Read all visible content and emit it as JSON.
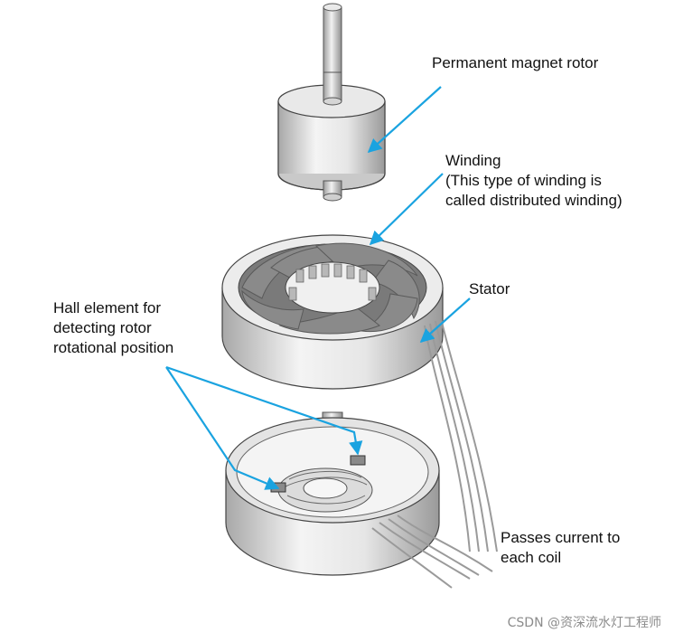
{
  "labels": {
    "rotor": "Permanent magnet rotor",
    "winding": [
      "Winding",
      "(This type of winding is",
      "called distributed winding)"
    ],
    "stator": "Stator",
    "hall": [
      "Hall element for",
      "detecting rotor",
      "rotational position"
    ],
    "passes": [
      "Passes current to",
      "each coil"
    ]
  },
  "watermark": "CSDN @资深流水灯工程师",
  "colors": {
    "arrow": "#1aa3e0",
    "metal": "#dcdcdc",
    "winding": "#6f6f6f"
  }
}
